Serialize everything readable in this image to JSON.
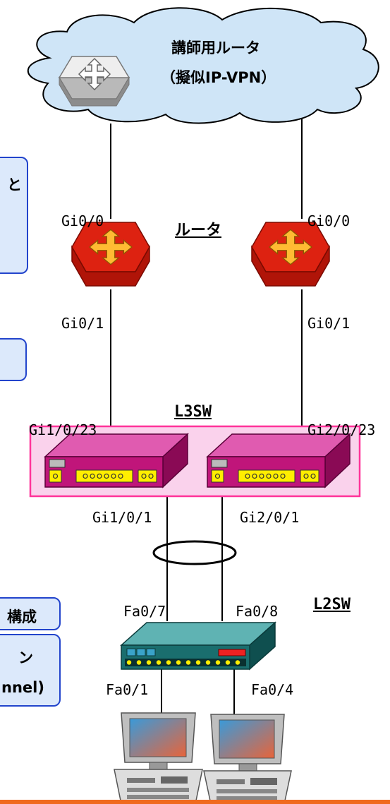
{
  "cloud": {
    "line1": "講師用ルータ",
    "line2": "（擬似IP-VPN）"
  },
  "callouts": {
    "top_fragment": "と",
    "bottom_line1": "構成",
    "bottom_line2": "ン",
    "bottom_line3": "nnel)"
  },
  "titles": {
    "router": "ルータ",
    "l3sw": "L3SW",
    "l2sw": "L2SW"
  },
  "ports": {
    "r1_up": "Gi0/0",
    "r2_up": "Gi0/0",
    "r1_down": "Gi0/1",
    "r2_down": "Gi0/1",
    "l3_left_up": "Gi1/0/23",
    "l3_right_up": "Gi2/0/23",
    "l3_left_down": "Gi1/0/1",
    "l3_right_down": "Gi2/0/1",
    "l2_left_up": "Fa0/7",
    "l2_right_up": "Fa0/8",
    "l2_left_down": "Fa0/1",
    "l2_right_down": "Fa0/4"
  },
  "colors": {
    "router": "#dd2211",
    "router_arrow": "#ffbb33",
    "l3sw_body": "#c0157a",
    "l3sw_frame": "#ff3399",
    "l3sw_frame_fill": "#fad2ec",
    "l2sw_body": "#1a6e6e",
    "cloud_fill": "#cfe5f7",
    "callout_fill": "#dce9fb",
    "callout_border": "#2244cc"
  }
}
